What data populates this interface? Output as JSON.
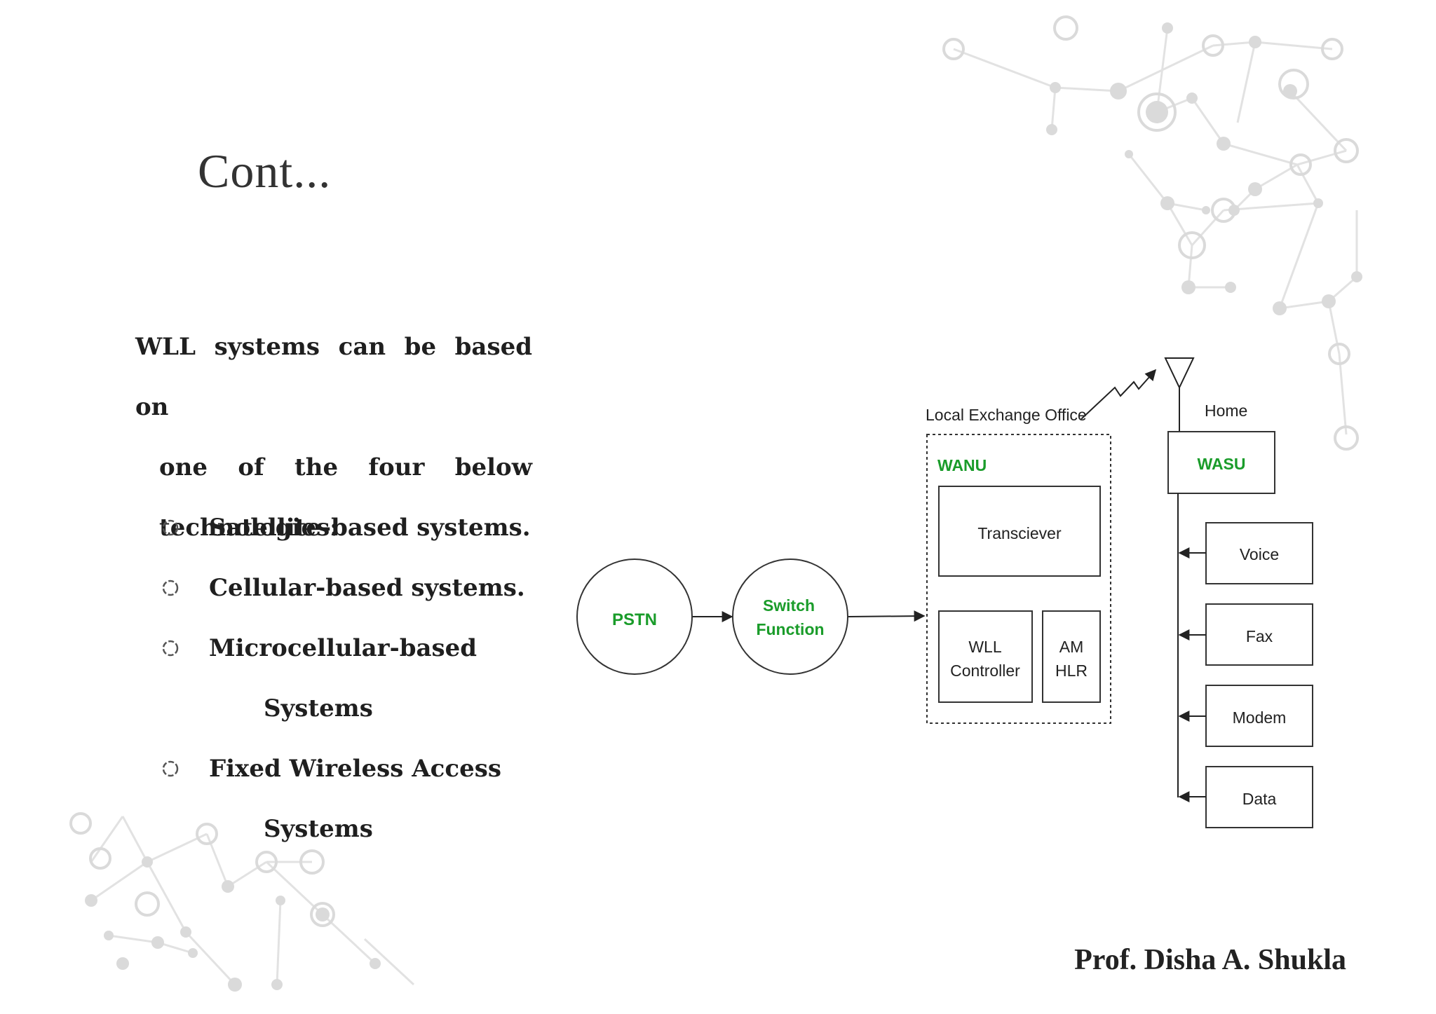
{
  "slide": {
    "title": "Cont...",
    "intro": {
      "line1": "WLL systems can be based on",
      "line2": "one of the four below",
      "line3": "technologies:"
    },
    "bullets": [
      {
        "line1": "Satellite-based systems.",
        "line2": ""
      },
      {
        "line1": "Cellular-based systems.",
        "line2": ""
      },
      {
        "line1": "Microcellular-based",
        "line2": "Systems"
      },
      {
        "line1": "Fixed Wireless Access",
        "line2": "Systems"
      }
    ],
    "author": "Prof. Disha A. Shukla"
  },
  "diagram": {
    "pstn": "PSTN",
    "switch_line1": "Switch",
    "switch_line2": "Function",
    "local_exchange": "Local Exchange Office",
    "wanu": "WANU",
    "transceiver": "Transciever",
    "wll_line1": "WLL",
    "wll_line2": "Controller",
    "am_line1": "AM",
    "am_line2": "HLR",
    "home": "Home",
    "wasu": "WASU",
    "devices": [
      "Voice",
      "Fax",
      "Modem",
      "Data"
    ]
  },
  "colors": {
    "green_label": "#1a9c2a",
    "line": "#222222",
    "network_bg": "#d9d9d9"
  }
}
